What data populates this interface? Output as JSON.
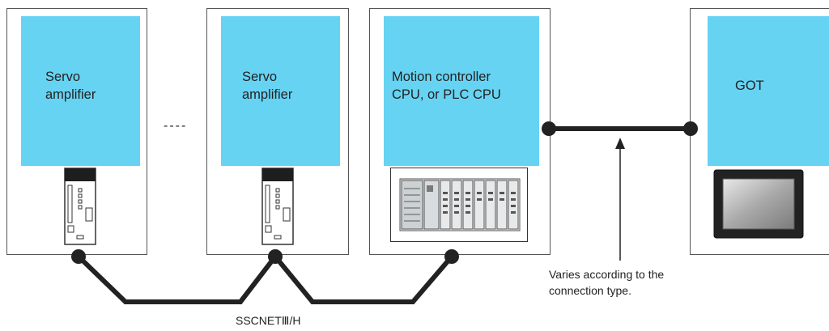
{
  "panels": [
    {
      "label": "Servo\namplifier"
    },
    {
      "label": "Servo\namplifier"
    },
    {
      "label": "Motion controller\nCPU, or PLC CPU"
    },
    {
      "label": "GOT"
    }
  ],
  "ellipsis": "----",
  "network_label": "SSCNETⅢ/H",
  "connection_note": "Varies according to the\nconnection type.",
  "colors": {
    "module_fill": "#67d3f3",
    "line": "#222222",
    "border": "#555555"
  },
  "icons": [
    "servo-amplifier-device-icon",
    "plc-rack-icon",
    "got-touch-panel-icon"
  ]
}
